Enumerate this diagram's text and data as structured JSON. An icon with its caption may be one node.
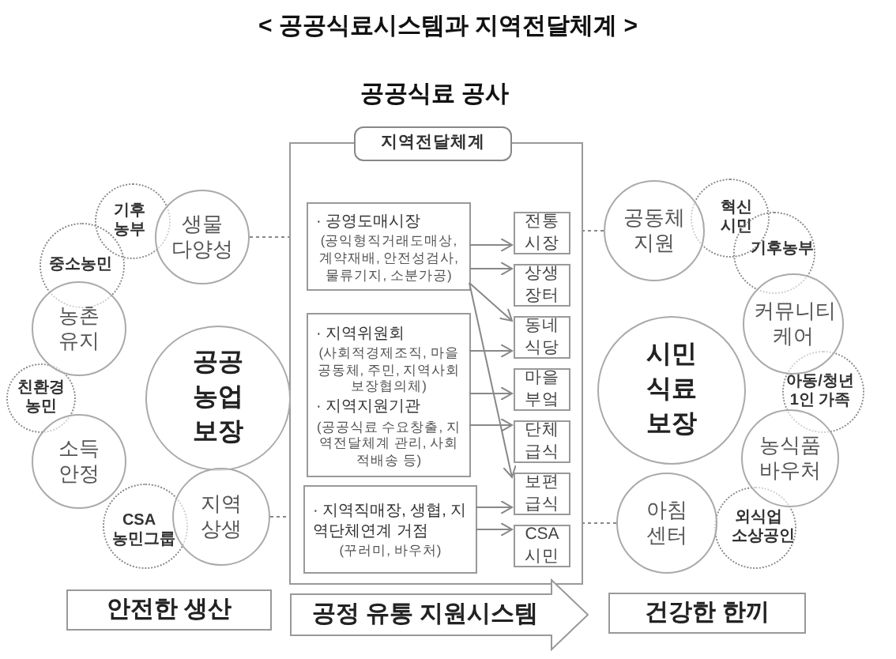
{
  "diagram": {
    "title": "< 공공식료시스템과 지역전달체계 >",
    "nodes": [
      {
        "text": [
          "기후 농부"
        ]
      },
      {
        "text": [
          "생물 다양성"
        ]
      },
      {
        "text": [
          "중소농민"
        ]
      },
      {
        "text": [
          "농촌 유지"
        ]
      },
      {
        "text": [
          "공공 농업 보장"
        ]
      },
      {
        "text": [
          "친환경 농민"
        ]
      },
      {
        "text": [
          "소득 안정"
        ]
      },
      {
        "text": [
          "CSA 농민그룹"
        ]
      },
      {
        "text": [
          "지역 상생"
        ]
      },
      {
        "text": [
          "지역전달체계"
        ]
      },
      {
        "text": [
          "· 공영도매시장",
          "(공익형직거래도매상, 계약재배, 안전성검사, 물류기지, 소분가공)"
        ],
        "in": 9
      },
      {
        "text": [
          "· 지역위원회",
          "(사회적경제조직, 마을공동체, 주민, 지역사회보장협의체)",
          "· 지역지원기관",
          "(공공식료 수요창출, 지역전달체계 관리, 사회적배송 등)"
        ],
        "in": 9
      },
      {
        "text": [
          "· 지역직매장, 생협, 지역단체연계 거점",
          "(꾸러미, 바우처)"
        ],
        "in": 9
      },
      {
        "text": [
          "전통 시장"
        ],
        "in": 9
      },
      {
        "text": [
          "상생 장터"
        ],
        "in": 9
      },
      {
        "text": [
          "동네 식당"
        ],
        "in": 9
      },
      {
        "text": [
          "마을 부엌"
        ],
        "in": 9
      },
      {
        "text": [
          "단체 급식"
        ],
        "in": 9
      },
      {
        "text": [
          "보편 급식"
        ],
        "in": 9
      },
      {
        "text": [
          "CSA 시민"
        ],
        "in": 9
      },
      {
        "text": [
          "공동체 지원"
        ]
      },
      {
        "text": [
          "혁신 시민"
        ]
      },
      {
        "text": [
          "기후농부"
        ]
      },
      {
        "text": [
          "커뮤니티 케어"
        ]
      },
      {
        "text": [
          "시민 식료 보장"
        ]
      },
      {
        "text": [
          "아동/청년 1인 가족"
        ]
      },
      {
        "text": [
          "농식품 바우처"
        ]
      },
      {
        "text": [
          "아침 센터"
        ]
      },
      {
        "text": [
          "외식업 소상공인"
        ]
      },
      {
        "text": [
          "안전한 생산"
        ]
      },
      {
        "text": [
          "공정 유통 지원시스템"
        ]
      },
      {
        "text": [
          "건강한 한끼"
        ]
      }
    ],
    "edges": [
      {
        "from": 1,
        "to": 9,
        "arrow": "none",
        "style": "dashed"
      },
      {
        "from": 8,
        "to": 9,
        "arrow": "none",
        "style": "dashed"
      },
      {
        "from": 20,
        "to": 9,
        "arrow": "none",
        "style": "dashed"
      },
      {
        "from": 27,
        "to": 9,
        "arrow": "none",
        "style": "dashed"
      },
      {
        "from": 10,
        "to": 13,
        "arrow": "to"
      },
      {
        "from": 10,
        "to": 14,
        "arrow": "to"
      },
      {
        "from": 10,
        "to": 15,
        "arrow": "to"
      },
      {
        "from": 10,
        "to": 18,
        "arrow": "to"
      },
      {
        "from": 11,
        "to": 15,
        "arrow": "to"
      },
      {
        "from": 11,
        "to": 16,
        "arrow": "to"
      },
      {
        "from": 11,
        "to": 17,
        "arrow": "to"
      },
      {
        "from": 12,
        "to": 18,
        "arrow": "to"
      },
      {
        "from": 12,
        "to": 19,
        "arrow": "to"
      }
    ],
    "labels": [
      "공공식료 공사"
    ]
  }
}
